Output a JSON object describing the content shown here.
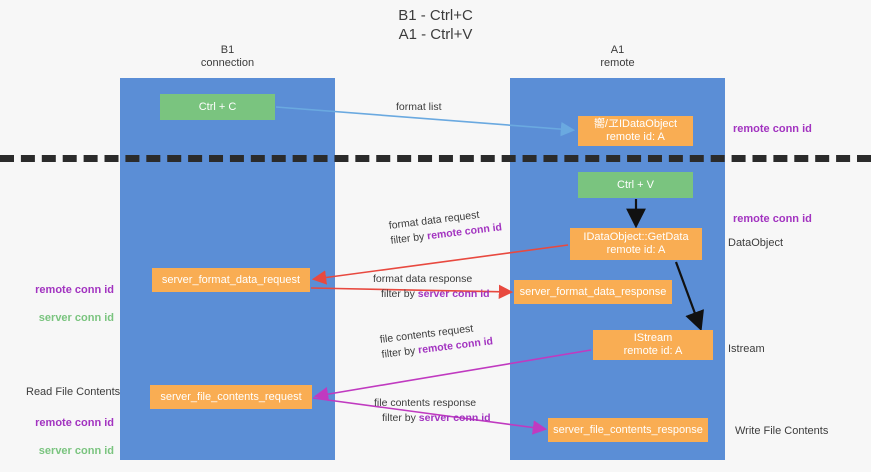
{
  "title": "B1 - Ctrl+C\nA1 - Ctrl+V",
  "columns": {
    "left": {
      "header": "B1\nconnection"
    },
    "right": {
      "header": "A1\nremote"
    }
  },
  "nodes": {
    "ctrl_c": {
      "label": "Ctrl + C",
      "color": "#7ac47f"
    },
    "idataobject_remote": {
      "label": "嚮/ヱIDataObject\nremote id: A",
      "color": "#f9ad53"
    },
    "ctrl_v": {
      "label": "Ctrl + V",
      "color": "#7ac47f"
    },
    "idataobject_getdata": {
      "label": "IDataObject::GetData\nremote id: A",
      "color": "#f9ad53"
    },
    "server_format_data_request": {
      "label": "server_format_data_request",
      "color": "#f9ad53"
    },
    "server_format_data_response": {
      "label": "server_format_data_response",
      "color": "#f9ad53"
    },
    "istream_remote": {
      "label": "IStream\nremote id: A",
      "color": "#f9ad53"
    },
    "server_file_contents_request": {
      "label": "server_file_contents_request",
      "color": "#f9ad53"
    },
    "server_file_contents_response": {
      "label": "server_file_contents_response",
      "color": "#f9ad53"
    }
  },
  "edges": {
    "format_list": {
      "line1": "format list",
      "line2": "",
      "filter": "",
      "color": "#6aa9e0"
    },
    "format_data_request": {
      "line1": "format data request",
      "line2": "filter by ",
      "filter": "remote conn id",
      "color": "#e8493f"
    },
    "format_data_response": {
      "line1": "format data response",
      "line2": "filter by ",
      "filter": "server conn id",
      "color": "#e8493f"
    },
    "file_contents_request": {
      "line1": "file contents request",
      "line2": "filter by ",
      "filter": "remote conn id",
      "color": "#c03ac0"
    },
    "file_contents_response": {
      "line1": "file contents response",
      "line2": "filter by ",
      "filter": "server conn id",
      "color": "#c03ac0"
    }
  },
  "annotations": {
    "remote_conn_id_top": "remote conn id",
    "remote_conn_id_mid": "remote conn id",
    "dataobject": "DataObject",
    "istream": "Istream",
    "write_file_contents": "Write File Contents",
    "read_file_contents": "Read File Contents",
    "remote_conn_id": "remote conn id",
    "server_conn_id": "server conn id"
  },
  "colors": {
    "lane": "#5b8ed6",
    "green_node": "#7ac47f",
    "orange_node": "#f9ad53",
    "purple_text": "#a233c0",
    "green_text": "#7ac47f",
    "red_arrow": "#e8493f",
    "blue_arrow": "#6aa9e0",
    "magenta_arrow": "#c03ac0",
    "divider": "#2b2b2b",
    "background": "#f7f7f7"
  }
}
